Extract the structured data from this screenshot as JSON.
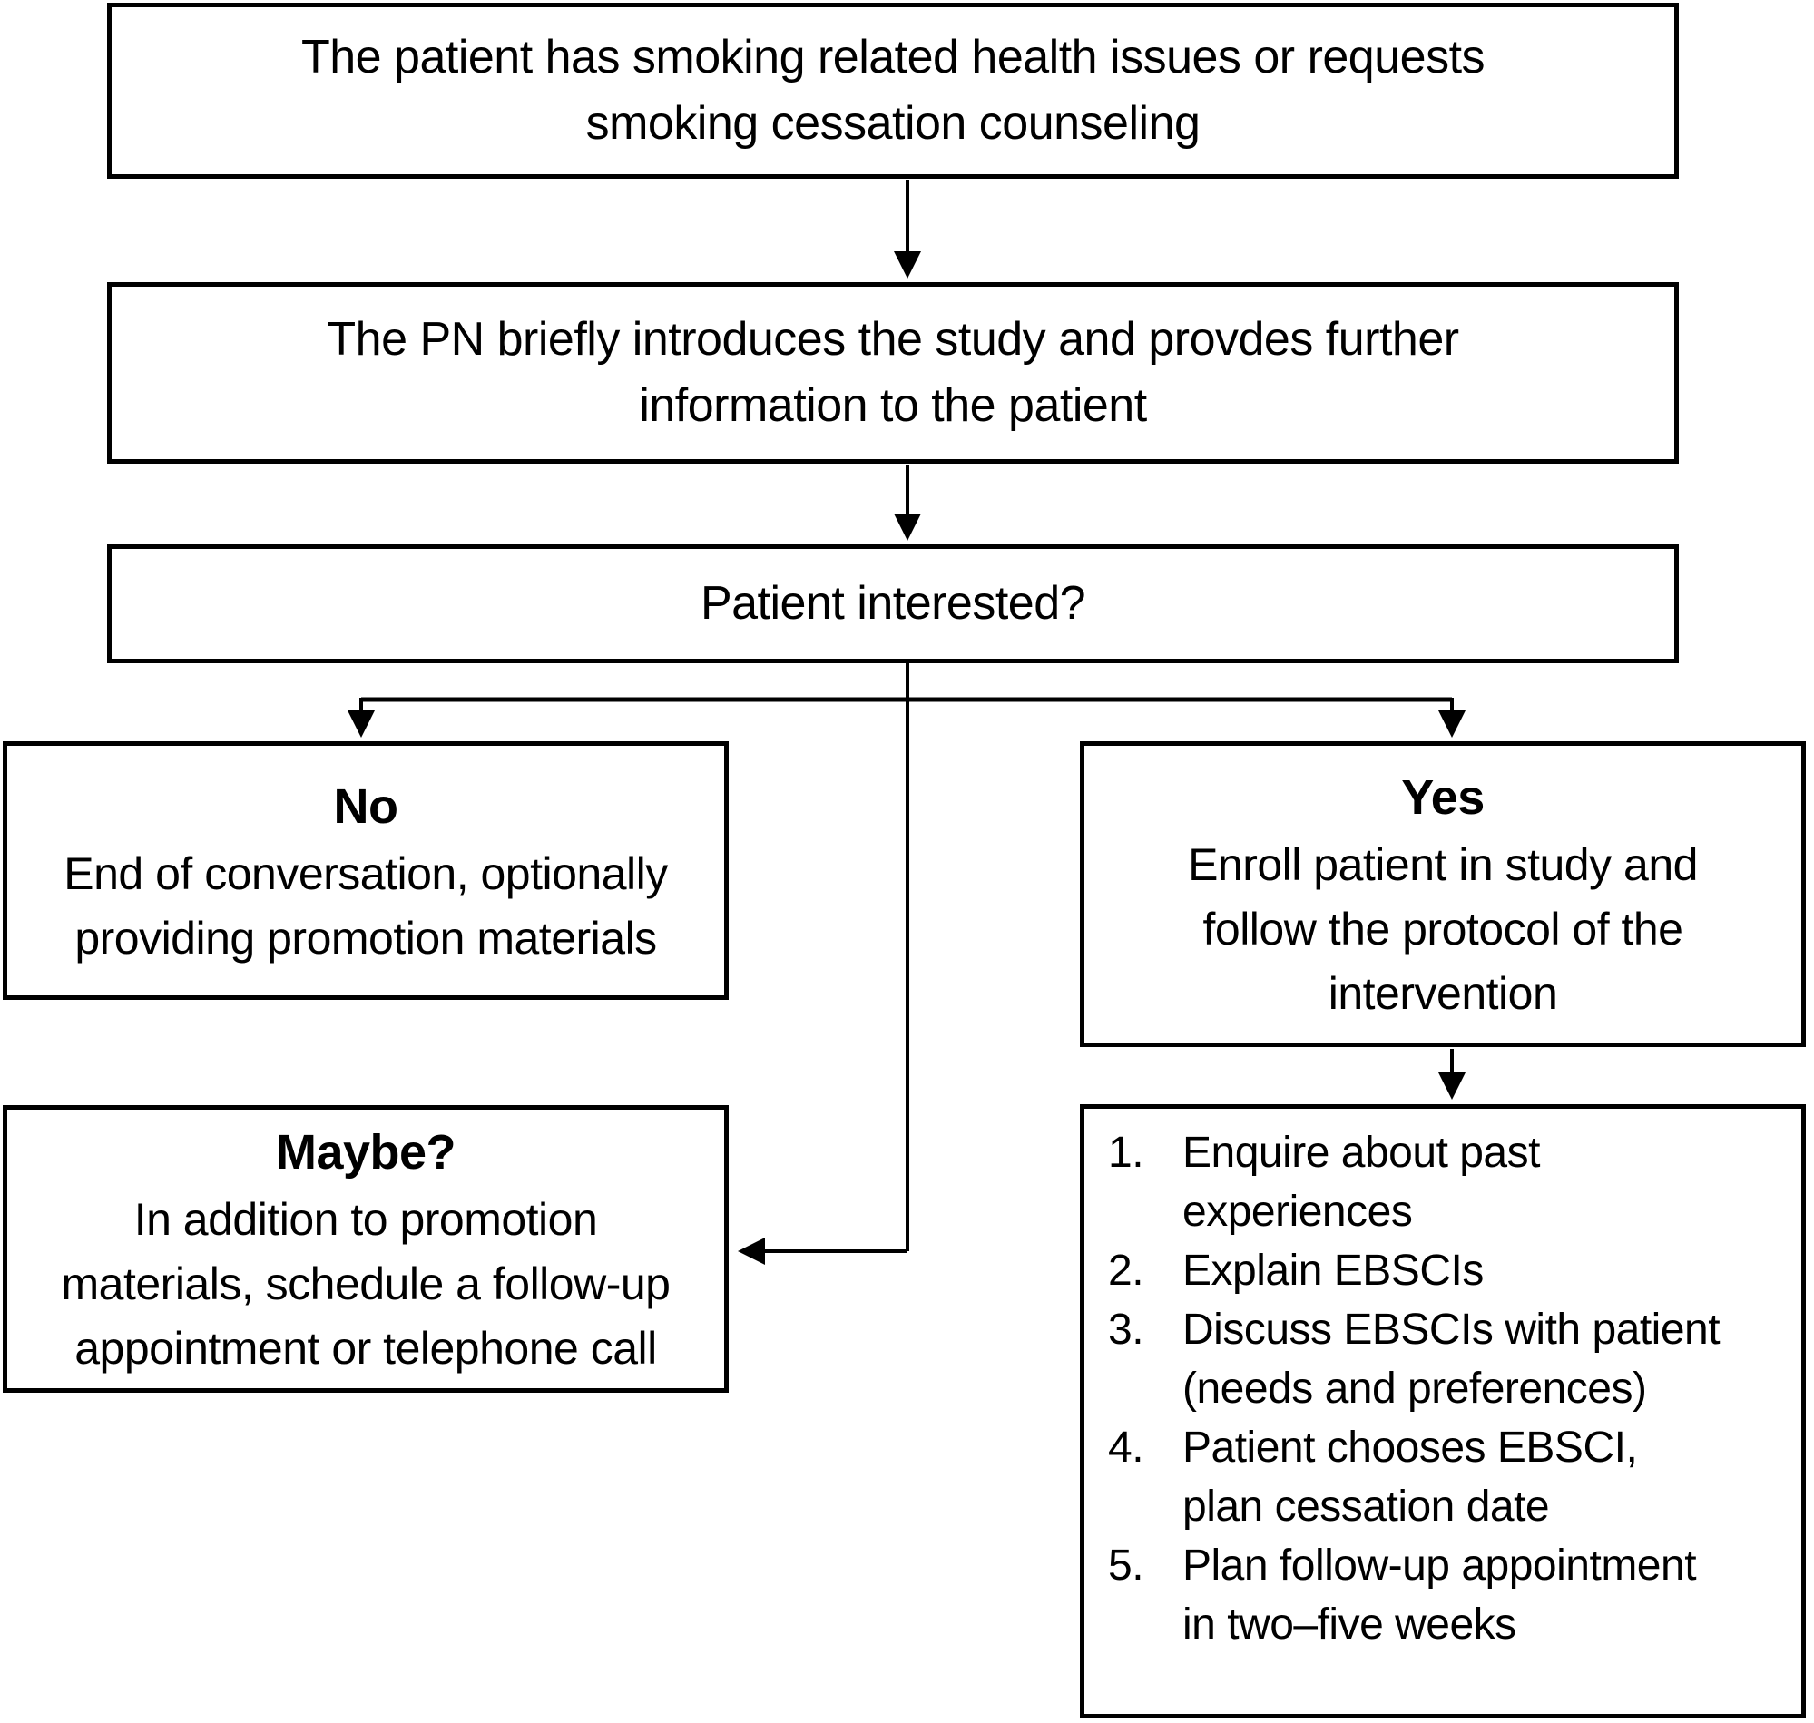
{
  "figure": {
    "type": "flowchart",
    "background_color": "#ffffff",
    "line_color": "#000000"
  },
  "nodes": {
    "start": {
      "lines": [
        "The patient has smoking related health issues or requests",
        "smoking cessation counseling"
      ]
    },
    "intro": {
      "lines": [
        "The PN briefly introduces the study and provdes further",
        "information to the patient"
      ]
    },
    "question": {
      "lines": [
        "Patient interested?"
      ]
    },
    "no": {
      "title": "No",
      "lines": [
        "End of conversation, optionally",
        "providing promotion materials"
      ]
    },
    "maybe": {
      "title": "Maybe?",
      "lines": [
        "In addition to promotion",
        "materials, schedule a follow-up",
        "appointment or telephone call"
      ]
    },
    "yes": {
      "title": "Yes",
      "lines": [
        "Enroll patient in study and",
        "follow the protocol of the",
        "intervention"
      ]
    },
    "protocol": {
      "items": [
        {
          "num": "1.",
          "lines": [
            "Enquire about past",
            "experiences"
          ]
        },
        {
          "num": "2.",
          "lines": [
            "Explain EBSCIs"
          ]
        },
        {
          "num": "3.",
          "lines": [
            "Discuss EBSCIs with patient",
            "(needs and preferences)"
          ]
        },
        {
          "num": "4.",
          "lines": [
            "Patient chooses EBSCI,",
            "plan cessation date"
          ]
        },
        {
          "num": "5.",
          "lines": [
            "Plan follow-up appointment",
            "in two–five weeks"
          ]
        }
      ]
    }
  },
  "edges": [
    {
      "from": "start",
      "to": "intro"
    },
    {
      "from": "intro",
      "to": "question"
    },
    {
      "from": "question",
      "to": "no"
    },
    {
      "from": "question",
      "to": "yes"
    },
    {
      "from": "question",
      "to": "maybe"
    },
    {
      "from": "yes",
      "to": "protocol"
    }
  ]
}
